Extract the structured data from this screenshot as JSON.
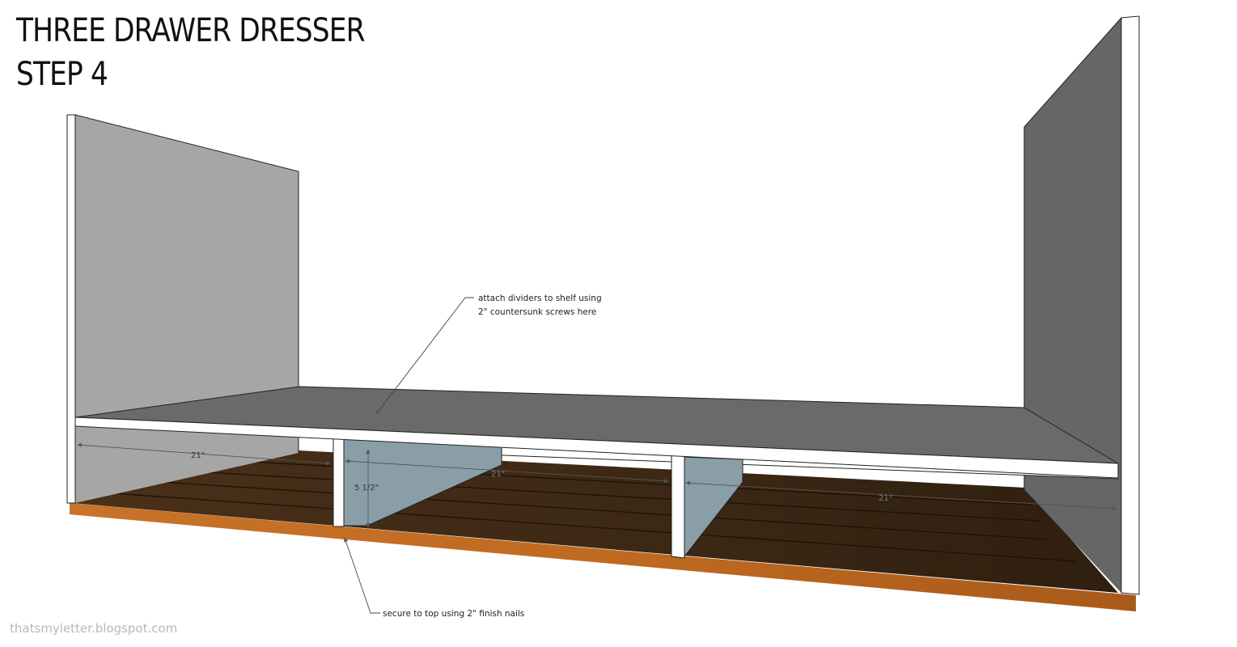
{
  "title": {
    "line1": "THREE DRAWER DRESSER",
    "line2": "STEP 4"
  },
  "annotations": {
    "top_line1": "attach dividers to shelf using",
    "top_line2": "2\" countersunk screws here",
    "bottom": "secure to top using 2\" finish nails"
  },
  "dimensions": {
    "left_width": "21\"",
    "divider_height": "5 1/2\"",
    "middle_width": "21\"",
    "right_width": "21\""
  },
  "watermark": "thatsmyletter.blogspot.com",
  "colors": {
    "left_side_panel": "#a6a6a6",
    "right_side_panel": "#666666",
    "shelf_top": "#6a6a6a",
    "divider_face": "#8a9ea8",
    "wood_dark": "#3f2a17",
    "wood_edge": "#c46f24"
  }
}
